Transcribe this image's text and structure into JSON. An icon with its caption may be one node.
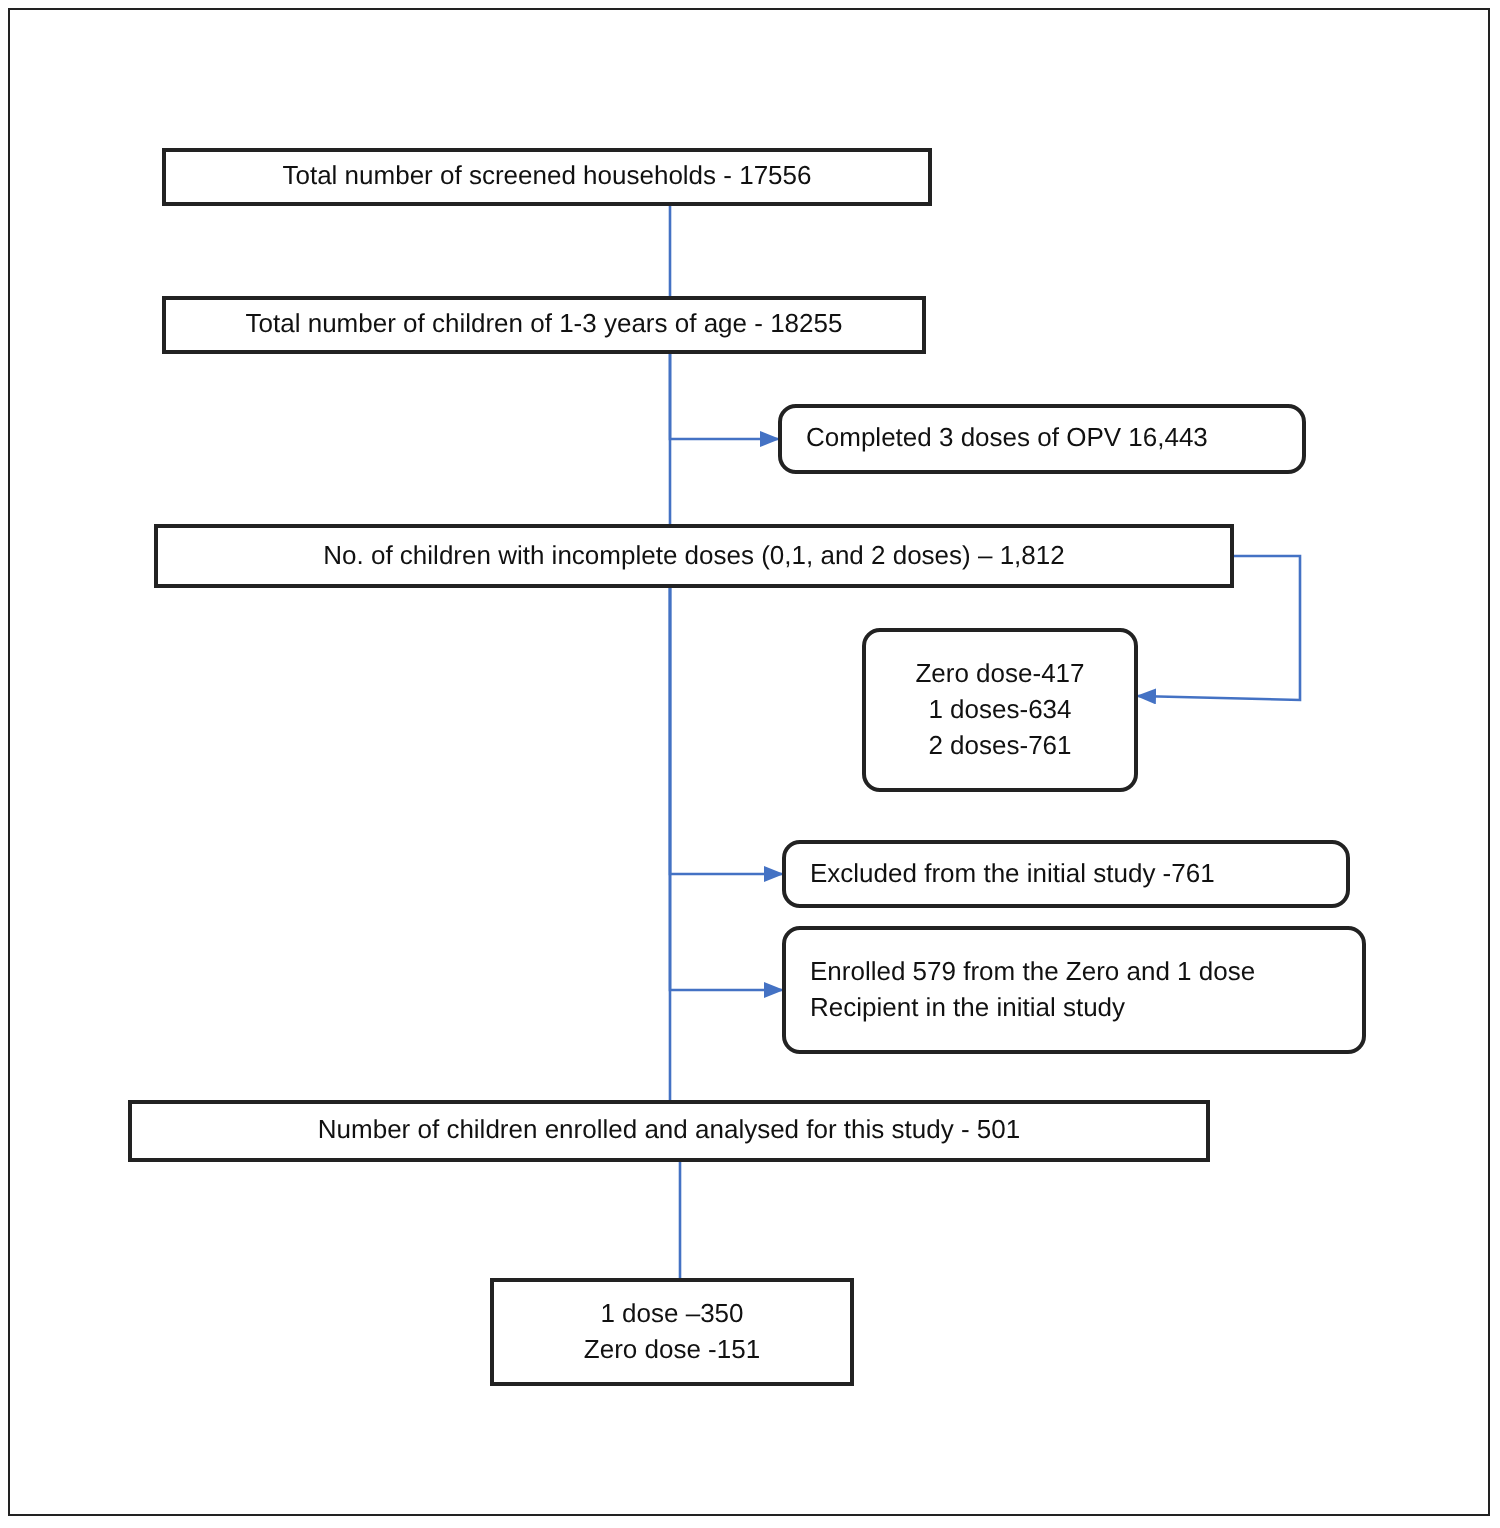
{
  "diagram": {
    "nodes": [
      {
        "text": [
          "Total number of screened households - 17556"
        ]
      },
      {
        "text": [
          "Total number of children of 1-3 years of age - 18255"
        ]
      },
      {
        "text": [
          "Completed 3 doses of OPV 16,443"
        ]
      },
      {
        "text": [
          "No. of children with incomplete doses (0,1, and 2 doses) – 1,812"
        ]
      },
      {
        "text": [
          "Zero dose-417",
          "1 doses-634",
          "2 doses-761"
        ]
      },
      {
        "text": [
          "Excluded from the initial study -761"
        ]
      },
      {
        "text": [
          "Enrolled 579 from the Zero and 1 dose Recipient in the initial study"
        ]
      },
      {
        "text": [
          "Number of children enrolled and analysed for this study - 501"
        ]
      },
      {
        "text": [
          "1 dose –350",
          "Zero dose -151"
        ]
      }
    ],
    "edges": [
      {
        "from": 0,
        "to": 1,
        "arrow": "none"
      },
      {
        "from": 1,
        "to": 2,
        "arrow": "to"
      },
      {
        "from": 1,
        "to": 3,
        "arrow": "none"
      },
      {
        "from": 3,
        "to": 4,
        "arrow": "to"
      },
      {
        "from": 3,
        "to": 5,
        "arrow": "to"
      },
      {
        "from": 3,
        "to": 6,
        "arrow": "to"
      },
      {
        "from": 3,
        "to": 7,
        "arrow": "none"
      },
      {
        "from": 7,
        "to": 8,
        "arrow": "none"
      }
    ]
  }
}
